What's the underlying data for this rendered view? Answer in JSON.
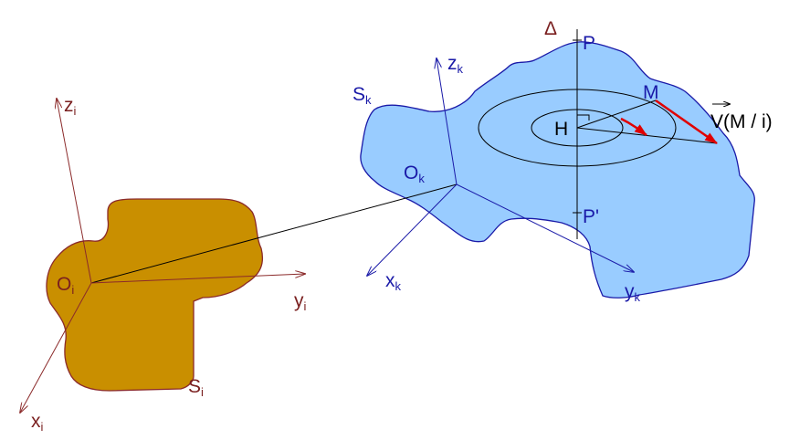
{
  "solid_i": {
    "name": "S",
    "name_sub": "i",
    "fill_color": "#c98f00",
    "origin": "O",
    "origin_sub": "i",
    "axes": {
      "x": {
        "label": "x",
        "sub": "i"
      },
      "y": {
        "label": "y",
        "sub": "i"
      },
      "z": {
        "label": "z",
        "sub": "i"
      }
    },
    "axis_color": "#8b2a2a"
  },
  "solid_k": {
    "name": "S",
    "name_sub": "k",
    "fill_color": "#99ccff",
    "origin": "O",
    "origin_sub": "k",
    "axes": {
      "x": {
        "label": "x",
        "sub": "k"
      },
      "y": {
        "label": "y",
        "sub": "k"
      },
      "z": {
        "label": "z",
        "sub": "k"
      }
    },
    "axis_color": "#1a1aa8"
  },
  "rotation_axis": {
    "label": "Δ",
    "top_point": "P",
    "bottom_point": "P'"
  },
  "points": {
    "H": "H",
    "M": "M"
  },
  "velocity": {
    "label": "V(M / i)",
    "color": "#e00000"
  }
}
